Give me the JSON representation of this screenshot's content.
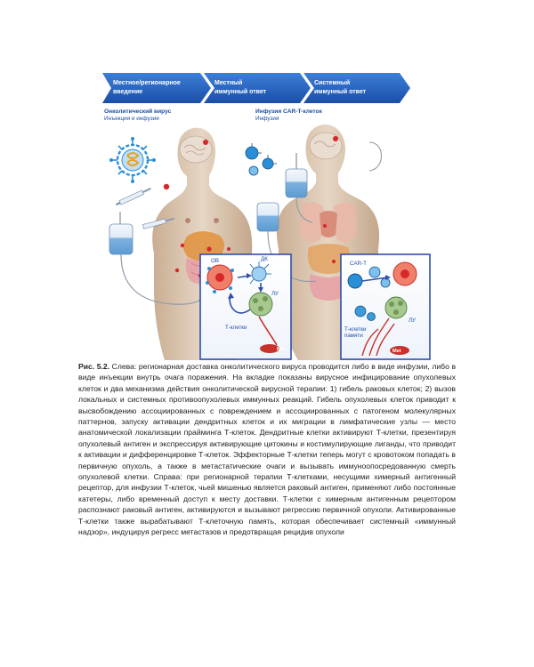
{
  "figure": {
    "arrows": [
      {
        "line1": "Местное/регионарное",
        "line2": "введение"
      },
      {
        "line1": "Местный",
        "line2": "иммунный ответ"
      },
      {
        "line1": "Системный",
        "line2": "иммунный ответ"
      }
    ],
    "left_title": "Онколитический вирус",
    "left_subtitle": "Инъекция и инфузия",
    "right_title": "Инфузия CAR-T-клеток",
    "right_subtitle": "Инфузия",
    "left_inset": {
      "ov": "ОВ",
      "dk": "ДК",
      "lu": "ЛУ",
      "tcells": "Т-клетки",
      "met": "Met"
    },
    "right_inset": {
      "cart": "CAR-T",
      "lu": "ЛУ",
      "memory_line1": "Т-клетки",
      "memory_line2": "памяти",
      "met": "Met"
    },
    "colors": {
      "arrow_blue": "#1f5fbf",
      "skin": "#d9c4ae",
      "inset_border": "#2f4fa8",
      "virus": "#2a8fd6",
      "tumor": "#d8262a"
    }
  },
  "caption": {
    "label": "Рис. 5.2.",
    "text": "Слева: регионарная доставка онколитического вируса проводится либо в виде инфузии, либо в виде инъекции внутрь очага поражения. На вкладке показаны вирусное инфицирование опухолевых клеток и два механизма действия онколитической вирусной терапии: 1) гибель раковых клеток; 2) вызов локальных и системных противоопухолевых иммунных реакций. Гибель опухолевых клеток приводит к высвобождению ассоциированных с повреждением и ассоциированных с патогеном молекулярных паттернов, запуску активации дендритных клеток и их миграции в лимфатические узлы — место анатомической локализации прайминга Т-клеток. Дендритные клетки активируют Т-клетки, презентируя опухолевый антиген и экспрессируя активирующие цитокины и костимулирующие лиганды, что приводит к активации и дифференцировке Т-клеток. Эффекторные Т-клетки теперь могут с кровотоком попадать в первичную опухоль, а также в метастатические очаги и вызывать иммуноопосредованную смерть опухолевой клетки. Справа: при регионарной терапии Т-клетками, несущими химерный антигенный рецептор, для инфузии Т-клеток, чьей мишенью является раковый антиген, применяют либо постоянные катетеры, либо временный доступ к месту доставки. Т-клетки с химерным антигенным рецептором распознают раковый антиген, активируются и вызывают регрессию первичной опухоли. Активированные Т-клетки также вырабатывают Т-клеточную память, которая обеспечивает системный «иммунный надзор», индуцируя регресс метастазов и предотвращая рецидив опухоли"
  }
}
